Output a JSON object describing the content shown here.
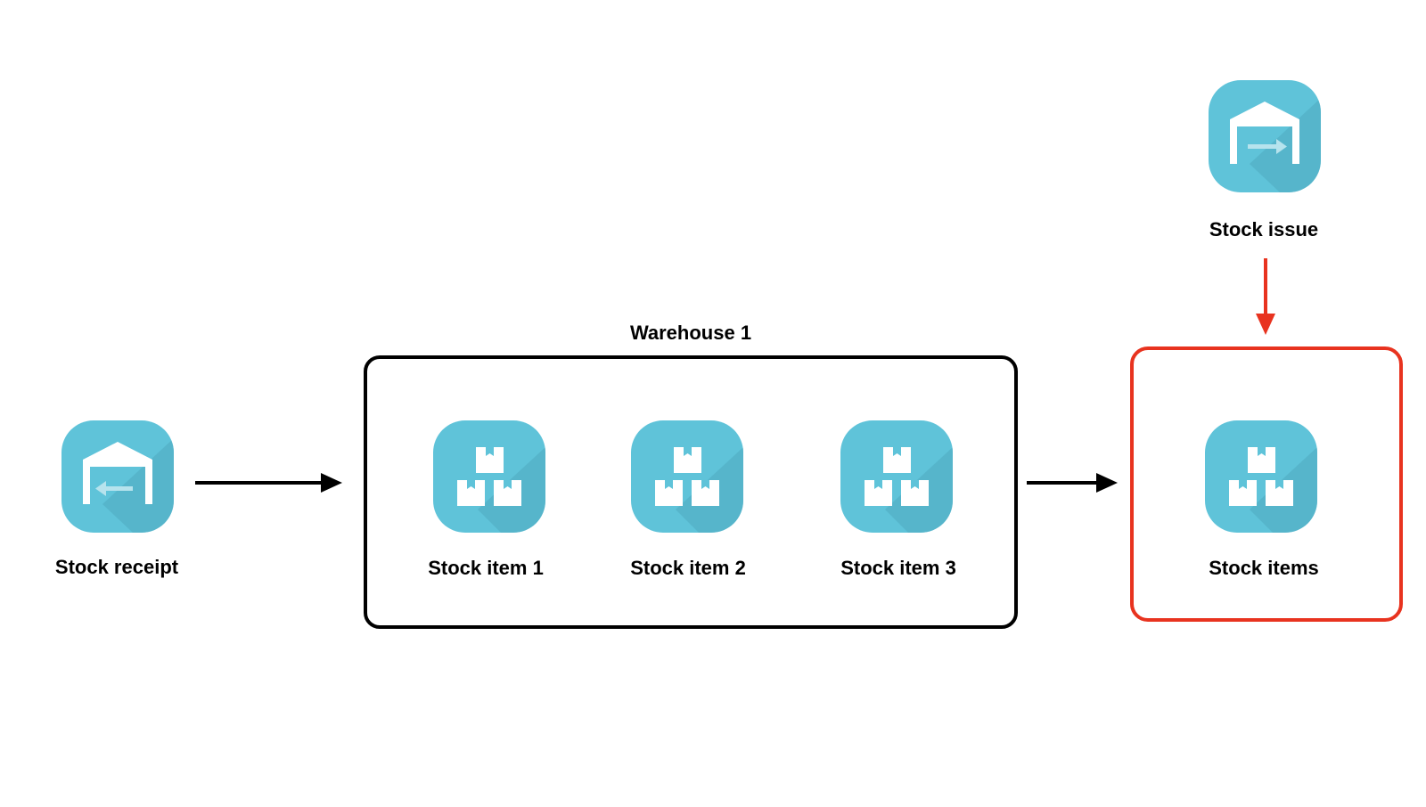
{
  "nodes": {
    "stock_receipt": {
      "label": "Stock receipt",
      "icon": "warehouse-inbound-icon"
    },
    "warehouse": {
      "label": "Warehouse 1"
    },
    "stock_item_1": {
      "label": "Stock item 1",
      "icon": "boxes-icon"
    },
    "stock_item_2": {
      "label": "Stock item 2",
      "icon": "boxes-icon"
    },
    "stock_item_3": {
      "label": "Stock item 3",
      "icon": "boxes-icon"
    },
    "stock_issue": {
      "label": "Stock issue",
      "icon": "warehouse-outbound-icon"
    },
    "stock_items": {
      "label": "Stock items",
      "icon": "boxes-icon"
    }
  },
  "edges": [
    {
      "from": "stock_receipt",
      "to": "warehouse",
      "color": "#000000"
    },
    {
      "from": "warehouse",
      "to": "stock_items",
      "color": "#000000"
    },
    {
      "from": "stock_issue",
      "to": "stock_items",
      "color": "#e8331f"
    }
  ],
  "colors": {
    "icon_bg": "#5fc3d9",
    "icon_shadow": "#4fa9bf",
    "highlight": "#e8331f",
    "line": "#000000"
  }
}
